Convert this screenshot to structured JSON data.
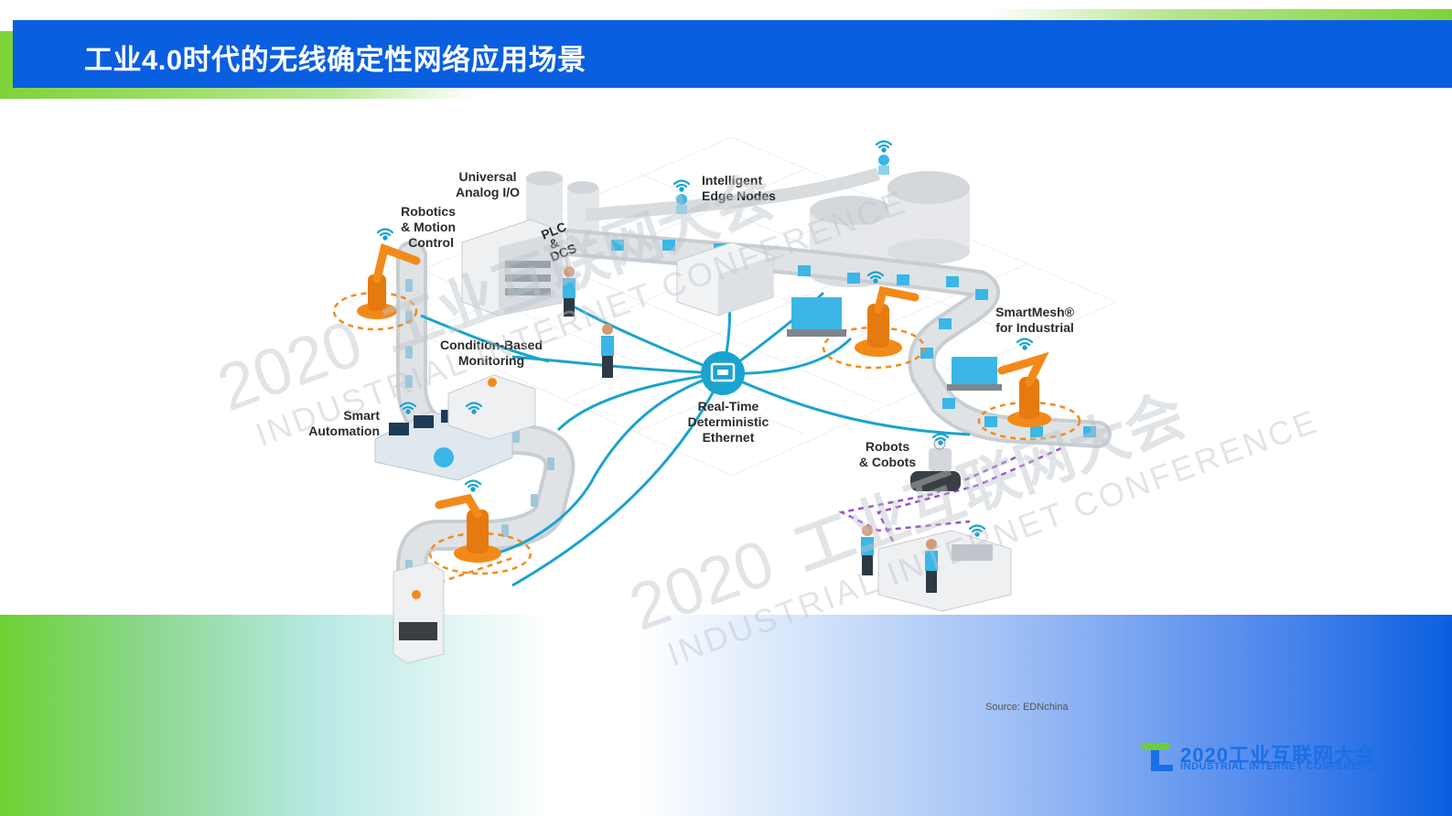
{
  "slide": {
    "title": "工业4.0时代的无线确定性网络应用场景",
    "source": "Source: EDNchina"
  },
  "diagram_labels": {
    "universal_analog_1": "Universal",
    "universal_analog_2": "Analog I/O",
    "intelligent_1": "Intelligent",
    "intelligent_2": "Edge Nodes",
    "robotics_1": "Robotics",
    "robotics_2": "& Motion",
    "robotics_3": "Control",
    "plc_1": "PLC",
    "plc_2": "&",
    "plc_3": "DCS",
    "condition_1": "Condition-Based",
    "condition_2": "Monitoring",
    "smart_1": "Smart",
    "smart_2": "Automation",
    "realtime_1": "Real-Time",
    "realtime_2": "Deterministic",
    "realtime_3": "Ethernet",
    "smartmesh_1": "SmartMesh®",
    "smartmesh_2": "for Industrial",
    "robots_1": "Robots",
    "robots_2": "& Cobots"
  },
  "watermark": {
    "year": "2020",
    "cn": "工业互联网大会",
    "en": "INDUSTRIAL INTERNET CONFERENCE"
  },
  "logo": {
    "top": "2020工业互联网大会",
    "bottom": "INDUSTRIAL INTERNET CONFERENCE"
  },
  "colors": {
    "brand_blue": "#0a5fe0",
    "brand_green": "#7ed33a",
    "network_cyan": "#1aa3cf",
    "robot_orange": "#f28a1a"
  }
}
